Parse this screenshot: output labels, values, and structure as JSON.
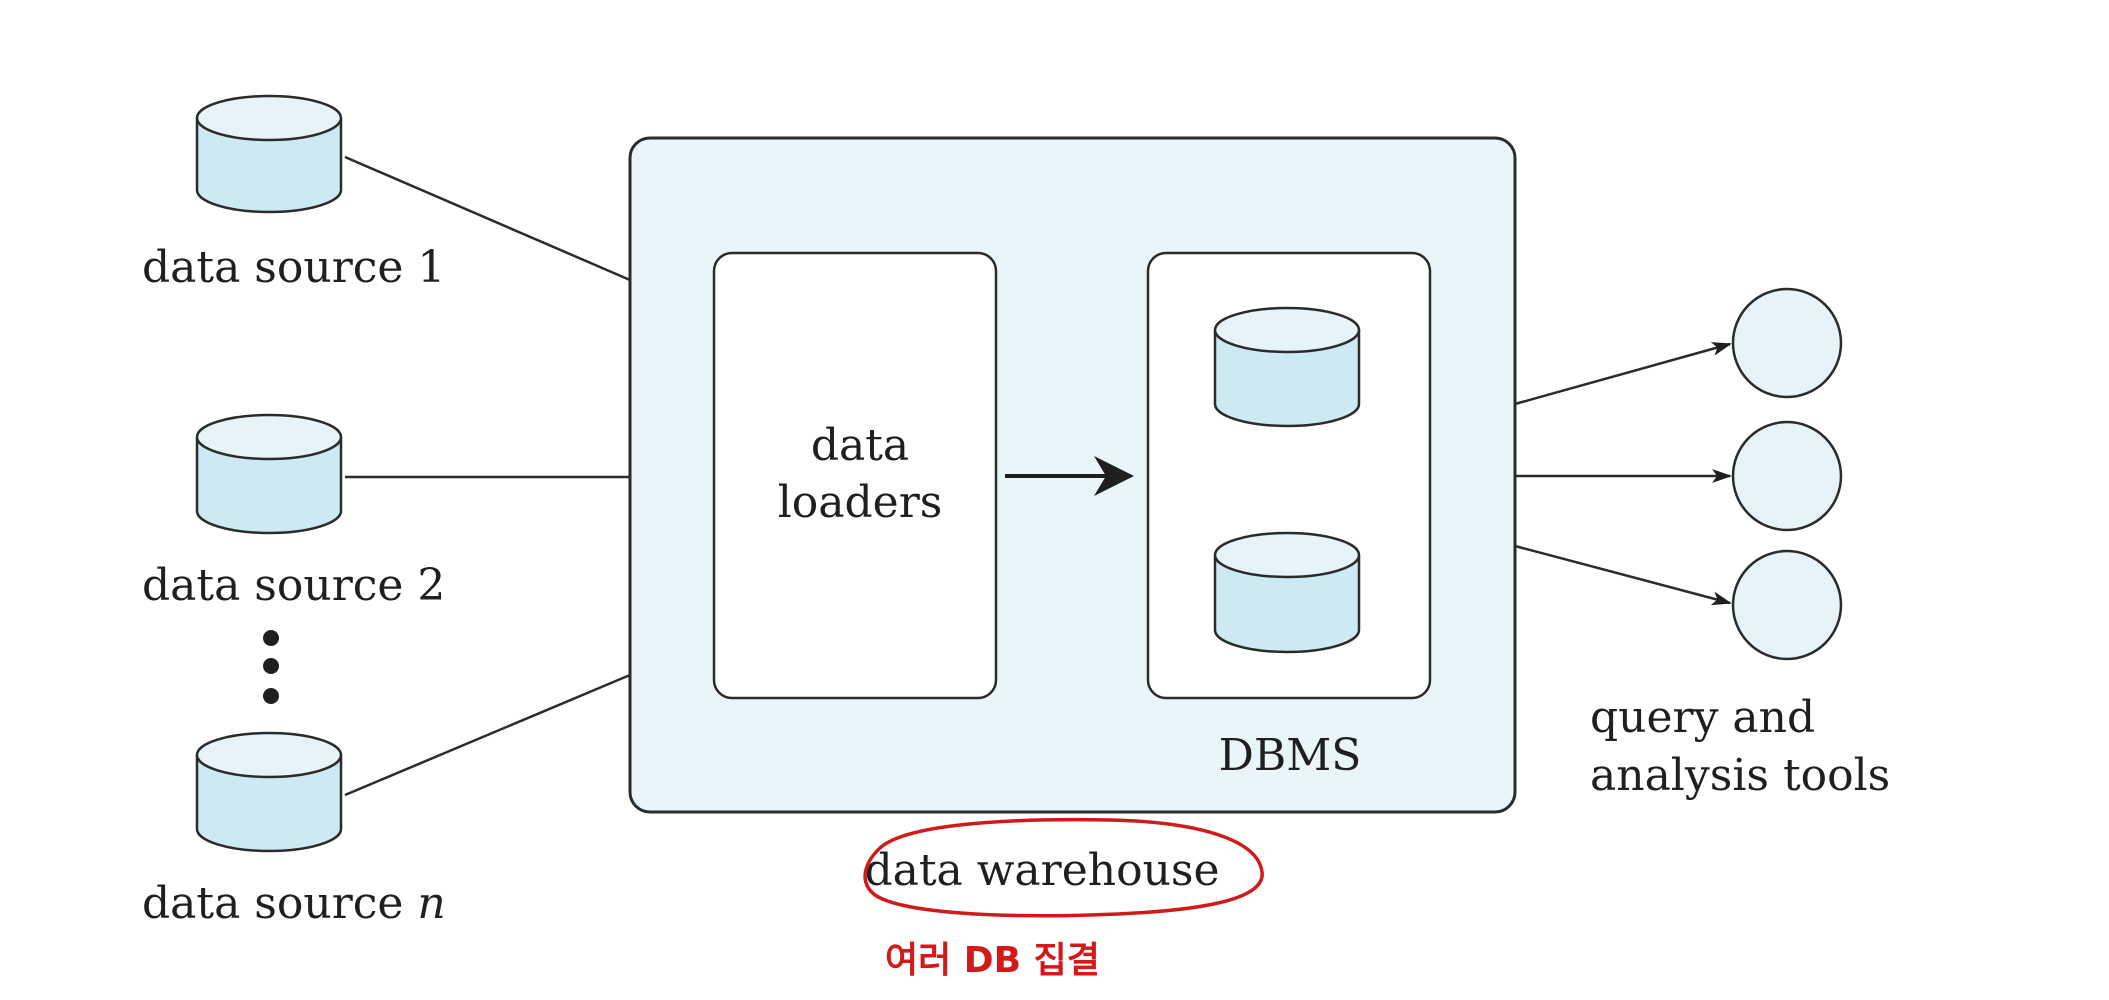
{
  "sources": [
    {
      "text": "data source 1",
      "italic_suffix": ""
    },
    {
      "text": "data source 2",
      "italic_suffix": ""
    },
    {
      "text": "data source ",
      "italic_suffix": "n"
    }
  ],
  "loaders_label": [
    "data",
    "loaders"
  ],
  "dbms_label": "DBMS",
  "warehouse_label": "data warehouse",
  "tools_label": [
    "query and",
    "analysis tools"
  ],
  "annotation": {
    "text": "여러 DB 집결",
    "color": "#d11a1a"
  },
  "colors": {
    "panel_fill": "#eaf5fa",
    "cylinder_fill": "#cde9f2",
    "tool_fill": "#e6f4fa",
    "stroke": "#2b2b2b"
  }
}
